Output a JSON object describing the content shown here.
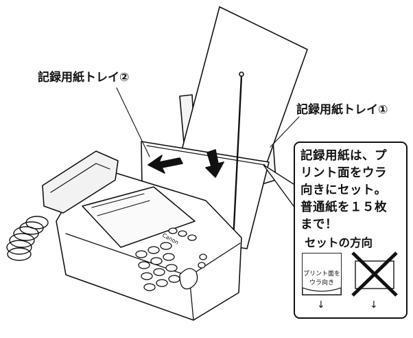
{
  "labels": {
    "tray2": "記録用紙トレイ②",
    "tray1": "記録用紙トレイ①"
  },
  "note": {
    "lines": [
      "記録用紙は、プ",
      "リント面をウラ",
      "向きにセット。",
      "普通紙を１５枚",
      "まで！"
    ],
    "direction_title": "セットの方向",
    "correct_card": {
      "line1": "プリント面を",
      "line2": "ウラ向き"
    },
    "arrow_glyph": "↓"
  },
  "device": {
    "brand": "Canon"
  },
  "icons": {
    "wrong_mark": "x-mark-icon",
    "insert_arrow": "down-arrow-icon"
  },
  "colors": {
    "line": "#111111",
    "fill": "#ffffff",
    "shade": "#e8e8e8"
  }
}
